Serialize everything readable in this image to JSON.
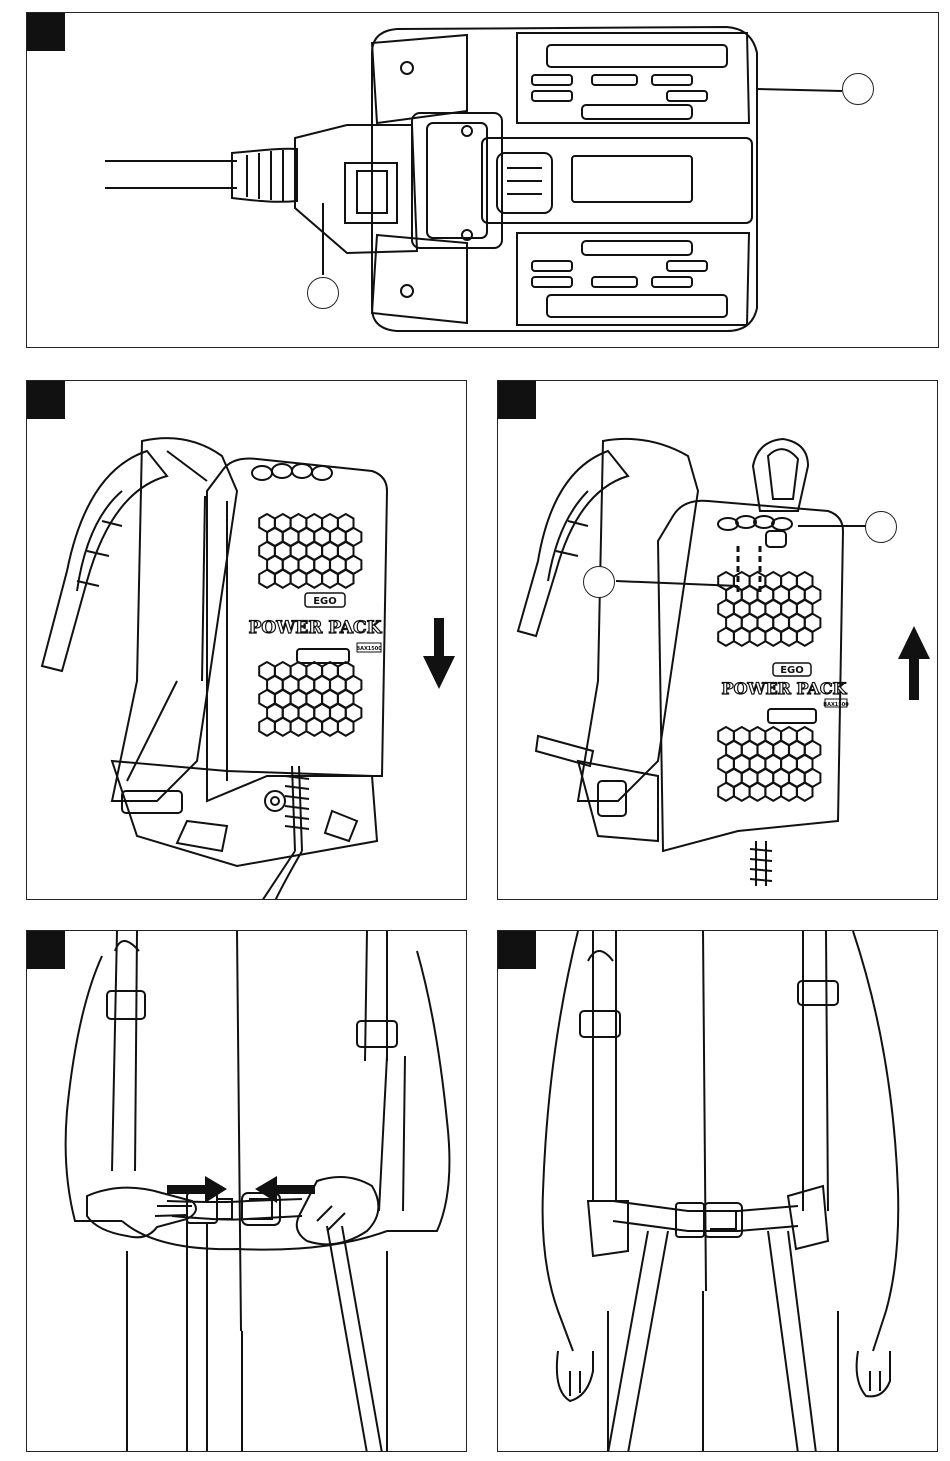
{
  "figures": {
    "panel_top": {
      "step_marker": "",
      "callouts": [
        "",
        ""
      ]
    },
    "panel_mid_left": {
      "step_marker": "",
      "logo_text": "EGO",
      "label_text": "POWER PACK",
      "model_badge": "BAX1500",
      "arrow_direction": "down"
    },
    "panel_mid_right": {
      "step_marker": "",
      "logo_text": "EGO",
      "label_text": "POWER PACK",
      "model_badge": "BAX1500",
      "arrow_direction": "up",
      "callouts": [
        "",
        ""
      ]
    },
    "panel_bottom_left": {
      "step_marker": "",
      "arrows": [
        "right",
        "left"
      ]
    },
    "panel_bottom_right": {
      "step_marker": ""
    }
  }
}
